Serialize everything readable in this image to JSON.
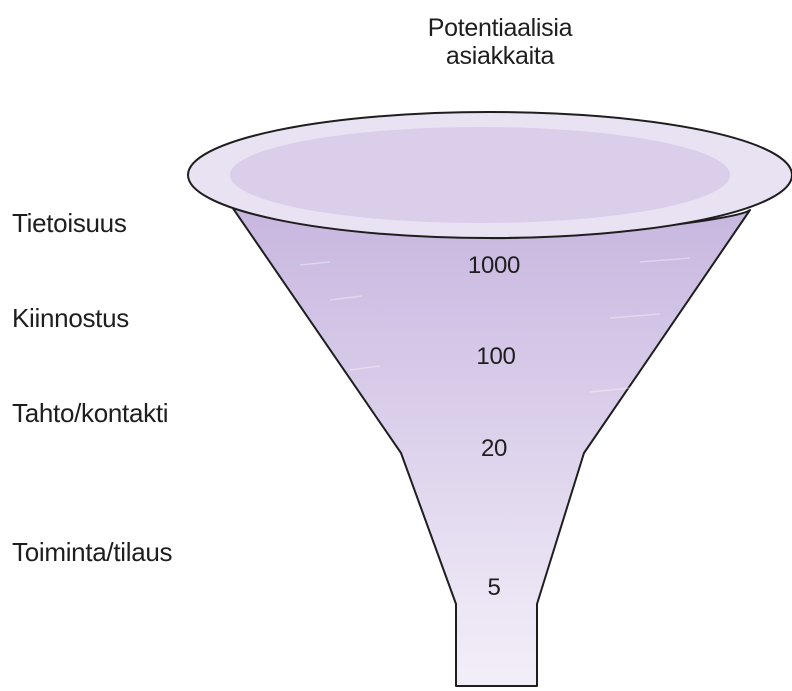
{
  "diagram": {
    "title_lines": [
      "Potentiaalisia",
      "asiakkaita"
    ],
    "stages": [
      {
        "label": "Tietoisuus",
        "value": "1000"
      },
      {
        "label": "Kiinnostus",
        "value": "100"
      },
      {
        "label": "Tahto/kontakti",
        "value": "20"
      },
      {
        "label": "Toiminta/tilaus",
        "value": "5"
      }
    ],
    "colors": {
      "funnel_top": "#c7b6df",
      "funnel_bottom": "#f3eff9",
      "rim_inner": "#cdbde3",
      "rim_outer": "#e9e2f3",
      "outline": "#1e1e1e"
    }
  }
}
